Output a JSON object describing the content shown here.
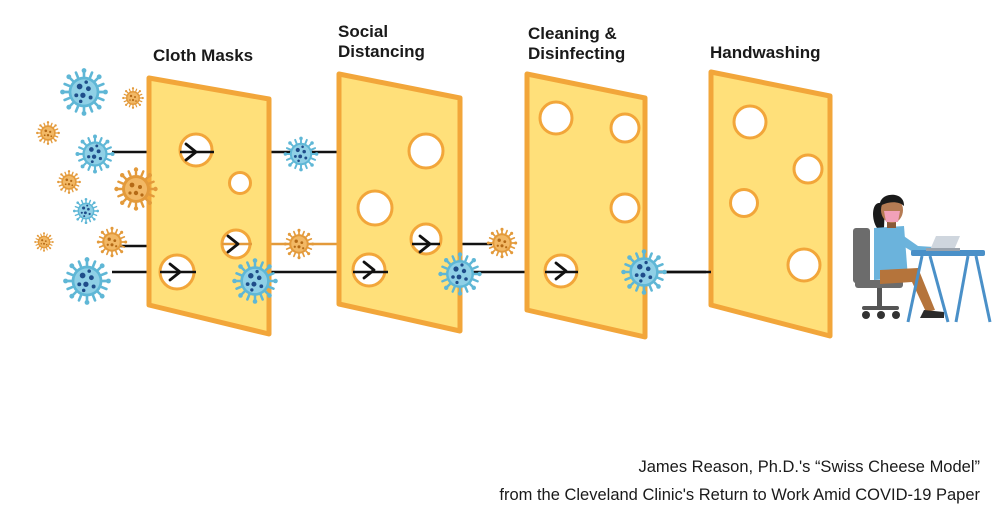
{
  "layers": [
    {
      "label": "Cloth Masks"
    },
    {
      "label": "Social\nDistancing"
    },
    {
      "label": "Cleaning &\nDisinfecting"
    },
    {
      "label": "Handwashing"
    }
  ],
  "caption": {
    "line1": "James Reason, Ph.D.'s “Swiss Cheese Model”",
    "line2": "from the Cleveland Clinic's Return to Work Amid COVID-19 Paper"
  },
  "colors": {
    "cheese_fill": "#ffe07a",
    "cheese_edge": "#f2a63a",
    "virus_blue": "#5fb7d6",
    "virus_blue_spot": "#1f4d8a",
    "virus_orange": "#e39a3b",
    "arrow_black": "#111111",
    "arrow_orange": "#e39a3b",
    "worker_shirt": "#6bb3dc",
    "desk": "#4a90c8"
  },
  "icons": [
    "virus-icon",
    "office-worker-icon",
    "laptop-icon",
    "chair-icon"
  ]
}
